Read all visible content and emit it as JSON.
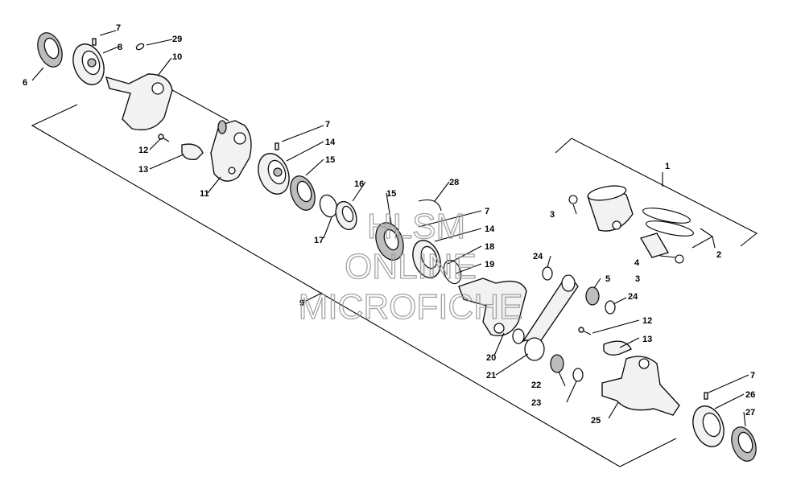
{
  "diagram": {
    "title": "",
    "callouts": {
      "c1": "1",
      "c2": "2",
      "c3a": "3",
      "c3b": "3",
      "c4": "4",
      "c5": "5",
      "c6": "6",
      "c7a": "7",
      "c7b": "7",
      "c7c": "7",
      "c7d": "7",
      "c8": "8",
      "c9": "9",
      "c10": "10",
      "c11": "11",
      "c12a": "12",
      "c12b": "12",
      "c13a": "13",
      "c13b": "13",
      "c14a": "14",
      "c14b": "14",
      "c15a": "15",
      "c15b": "15",
      "c16": "16",
      "c17": "17",
      "c18": "18",
      "c19": "19",
      "c20": "20",
      "c21": "21",
      "c22": "22",
      "c23": "23",
      "c24a": "24",
      "c24b": "24",
      "c25": "25",
      "c26": "26",
      "c27": "27",
      "c28": "28",
      "c29": "29"
    }
  },
  "watermark": {
    "line1": "HLSM",
    "line2": "ONLINE",
    "line3": "MICROFICHE"
  }
}
